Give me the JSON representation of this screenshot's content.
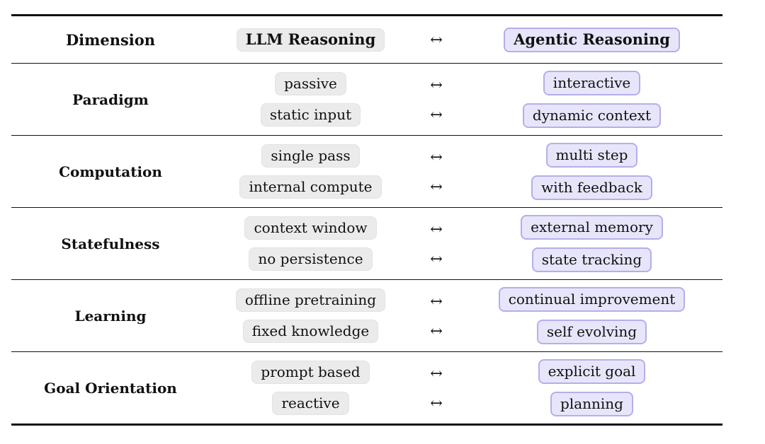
{
  "colors": {
    "llm_pill_bg": "#ebebeb",
    "agentic_pill_bg": "#e7e5fa",
    "agentic_pill_border": "#b5aeec",
    "rule": "#111111"
  },
  "table": {
    "arrow_symbol": "↔",
    "header": {
      "dimension": "Dimension",
      "llm": "LLM Reasoning",
      "agentic": "Agentic Reasoning"
    },
    "rows": [
      {
        "dimension": "Paradigm",
        "pairs": [
          {
            "left": "passive",
            "right": "interactive"
          },
          {
            "left": "static input",
            "right": "dynamic context"
          }
        ]
      },
      {
        "dimension": "Computation",
        "pairs": [
          {
            "left": "single pass",
            "right": "multi step"
          },
          {
            "left": "internal compute",
            "right": "with feedback"
          }
        ]
      },
      {
        "dimension": "Statefulness",
        "pairs": [
          {
            "left": "context window",
            "right": "external memory"
          },
          {
            "left": "no persistence",
            "right": "state tracking"
          }
        ]
      },
      {
        "dimension": "Learning",
        "pairs": [
          {
            "left": "offline pretraining",
            "right": "continual improvement"
          },
          {
            "left": "fixed knowledge",
            "right": "self evolving"
          }
        ]
      },
      {
        "dimension": "Goal Orientation",
        "pairs": [
          {
            "left": "prompt based",
            "right": "explicit goal"
          },
          {
            "left": "reactive",
            "right": "planning"
          }
        ]
      }
    ]
  }
}
